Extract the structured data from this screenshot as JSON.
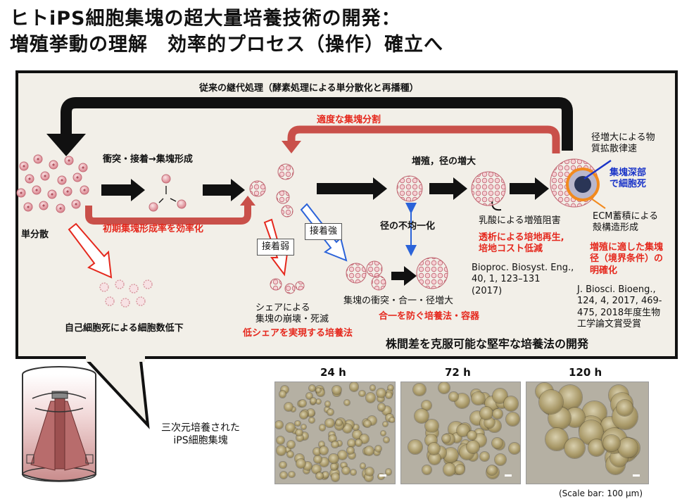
{
  "title_line1": "ヒトiPS細胞集塊の超大量培養技術の開発：",
  "title_line2": "増殖挙動の理解　効率的プロセス（操作）確立へ",
  "diagram": {
    "conventional_passage": "従来の継代処理（酵素処理による単分散化と再播種）",
    "appropriate_division": "適度な集塊分割",
    "collision_adhesion": "衝突・接着→集塊形成",
    "growth_diameter": "増殖，径の増大",
    "diameter_diffusion_line1": "径増大による物",
    "diameter_diffusion_line2": "質拡散律速",
    "deep_death_line1": "集塊深部",
    "deep_death_line2": "で細胞死",
    "single_dispersion": "単分散",
    "initial_efficiency": "初期集塊形成率を効率化",
    "strong_adhesion": "接着強",
    "weak_adhesion": "接着弱",
    "size_nonuniform": "径の不均一化",
    "lactate_inhibition": "乳酸による増殖阻害",
    "ecm_line1": "ECM蓄積による",
    "ecm_line2": "殻構造形成",
    "dialysis_line1": "透析による培地再生,",
    "dialysis_line2": "培地コスト低減",
    "ref1_line1": "Bioproc. Biosyst. Eng.,",
    "ref1_line2": "40, 1, 123–131",
    "ref1_line3": "(2017)",
    "boundary_line1": "増殖に適した集塊",
    "boundary_line2": "径（境界条件）の",
    "boundary_line3": "明確化",
    "ref2_line1": "J. Biosci. Bioeng.,",
    "ref2_line2": "124, 4, 2017, 469-",
    "ref2_line3": "475, 2018年度生物",
    "ref2_line4": "工学論文賞受賞",
    "shear_line1": "シェアによる",
    "shear_line2": "集塊の崩壊・死滅",
    "low_shear": "低シェアを実現する培養法",
    "collision_merge": "集塊の衝突・合一・径増大",
    "prevent_merge": "合一を防ぐ培養法・容器",
    "autophagy": "自己細胞死による細胞数低下",
    "robust_method": "株間差を克服可能な堅牢な培養法の開発"
  },
  "bottom": {
    "culture_line1": "三次元培養された",
    "culture_line2": "iPS細胞集塊",
    "time_24": "24 h",
    "time_72": "72 h",
    "time_120": "120 h",
    "scale_bar": "(Scale bar: 100 μm)"
  },
  "colors": {
    "red": "#e5281d",
    "blue": "#1a34c8",
    "orange": "#f28a1e",
    "cell": "#e8a7ae"
  }
}
